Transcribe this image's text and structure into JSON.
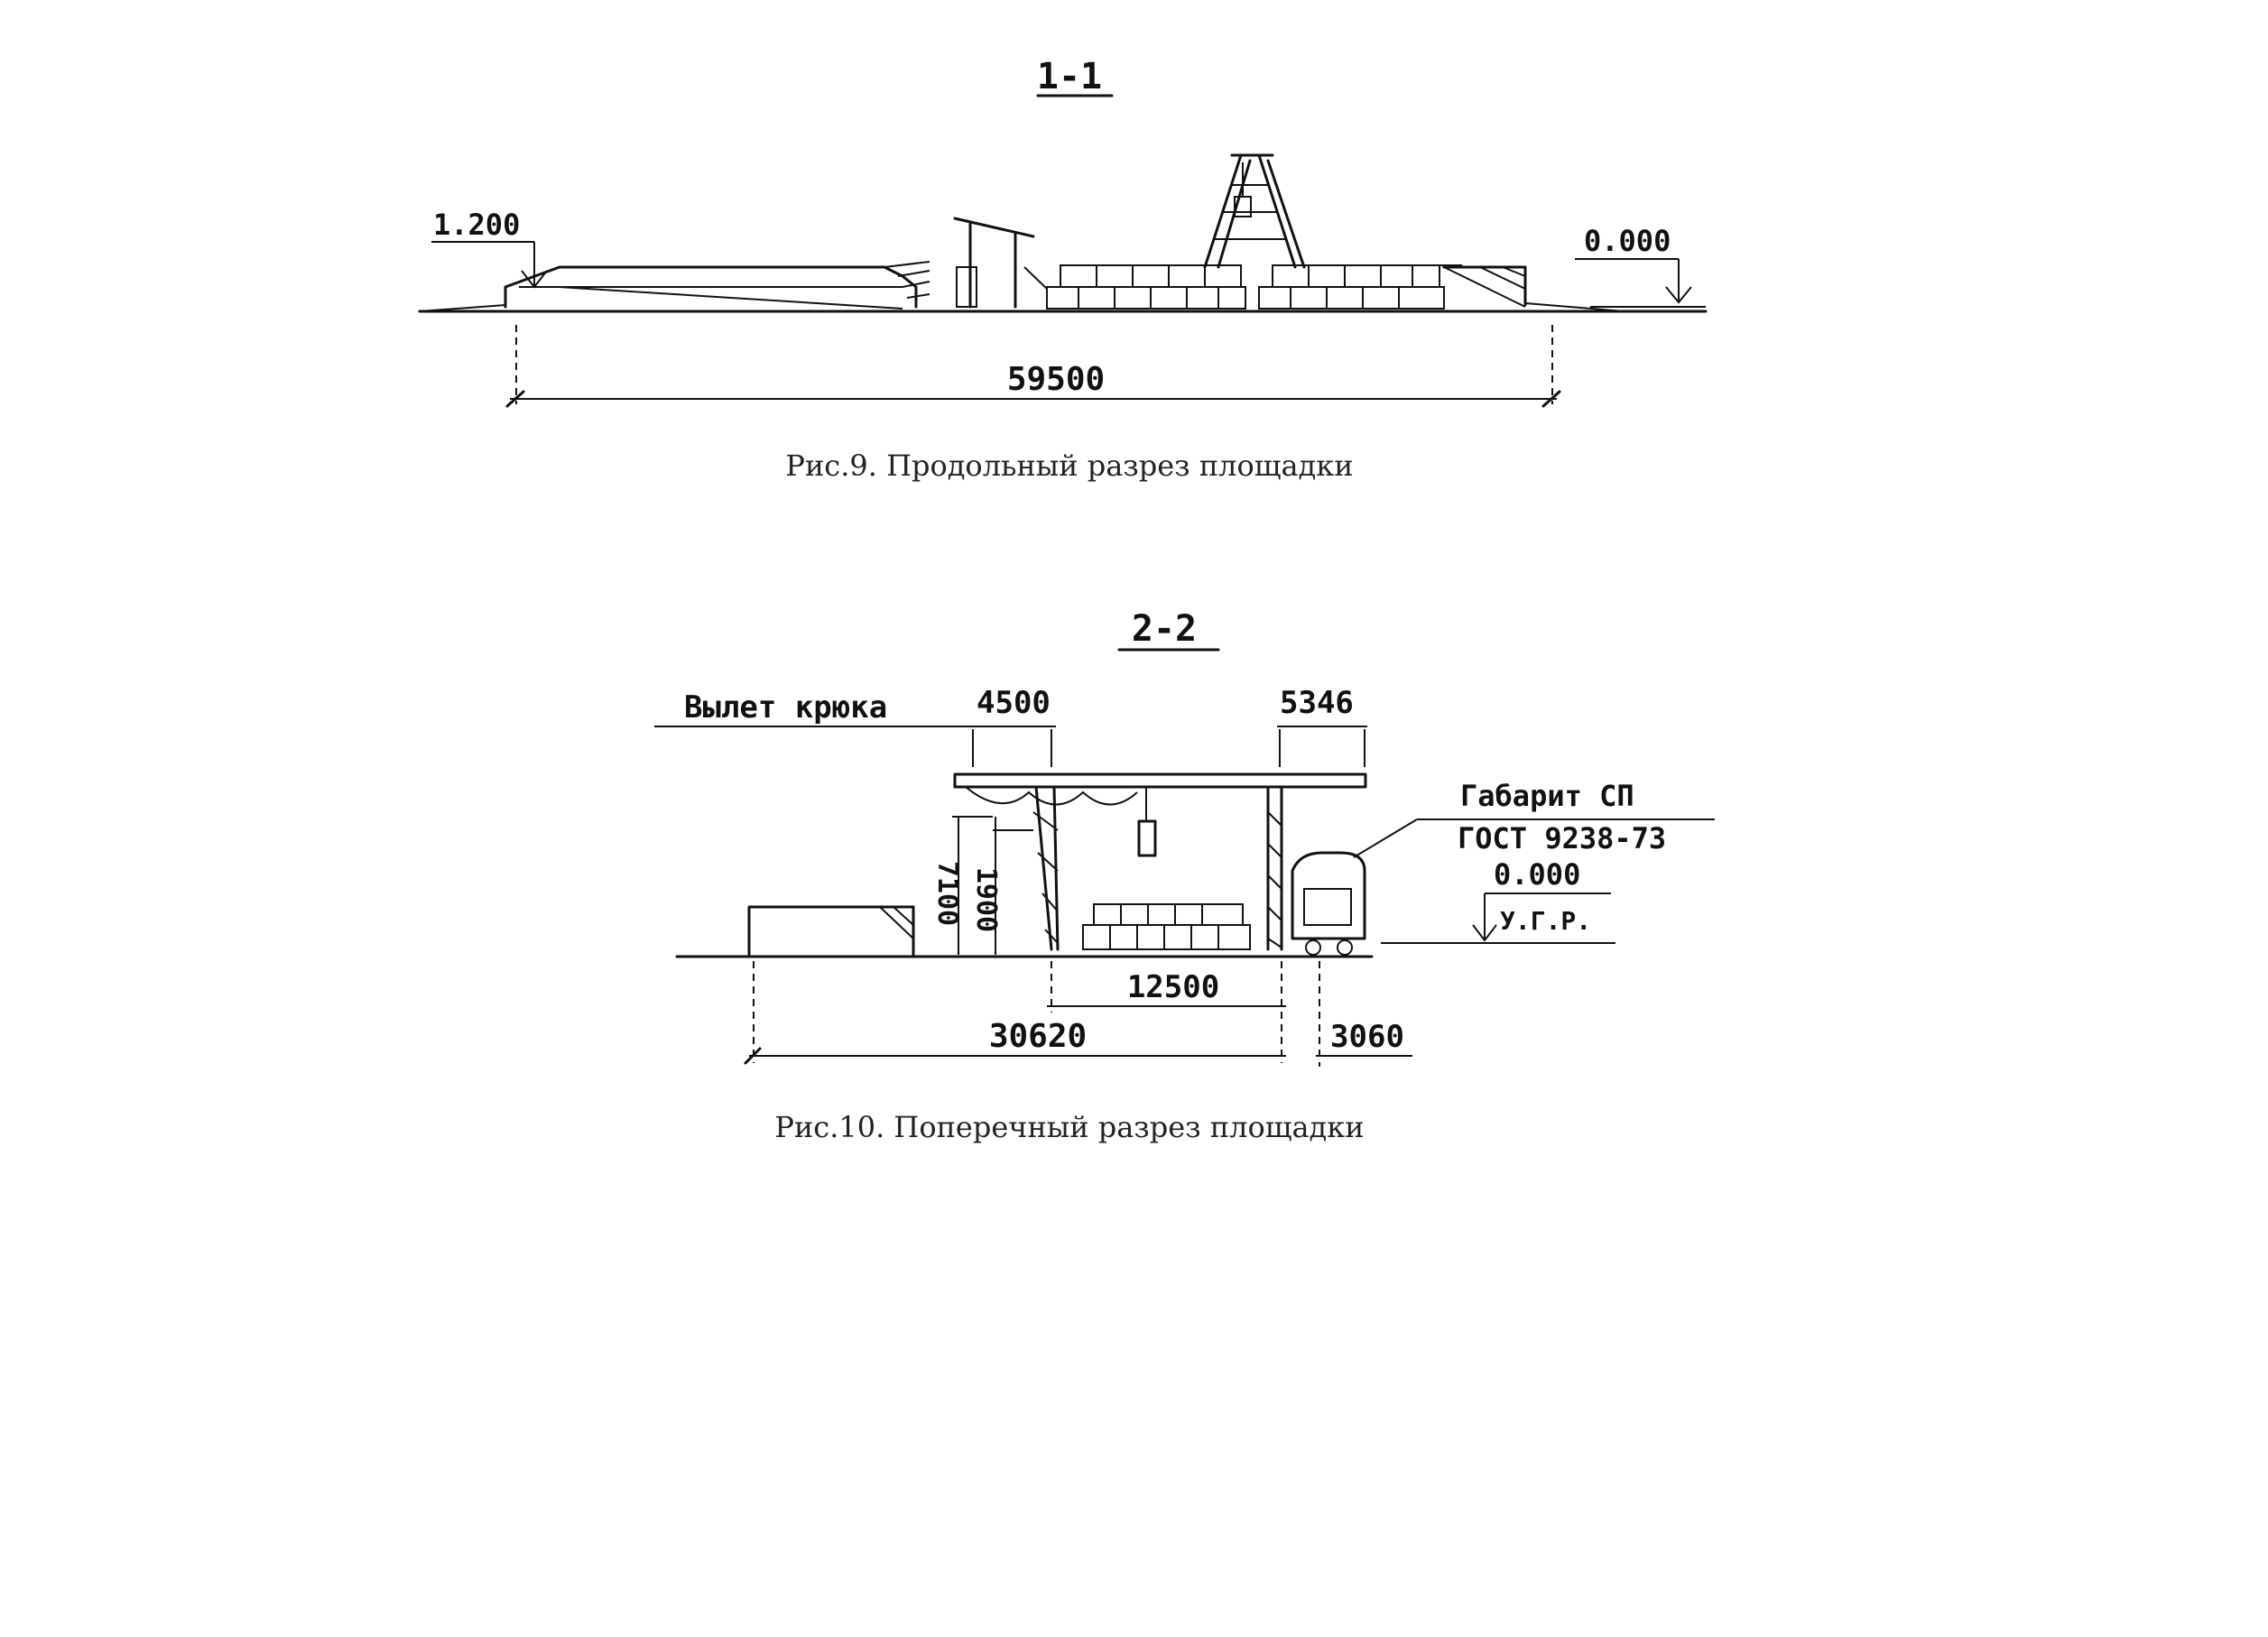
{
  "section1": {
    "title": "1-1",
    "left_level": "1.200",
    "right_level": "0.000",
    "length": "59500",
    "caption": "Рис.9. Продольный разрез площадки"
  },
  "section2": {
    "title": "2-2",
    "hook_reach_label": "Вылет крюка",
    "hook_reach_value": "4500",
    "right_overhang": "5346",
    "clearance_label": "Габарит СП",
    "clearance_standard": "ГОСТ 9238-73",
    "ground_level": "0.000",
    "ground_level_note": "У.Г.Р.",
    "height_total": "7100",
    "height_lift": "1900",
    "span": "12500",
    "total_width": "30620",
    "track_offset": "3060",
    "caption": "Рис.10. Поперечный разрез площадки"
  },
  "colors": {
    "ink": "#111111",
    "paper": "#ffffff"
  }
}
